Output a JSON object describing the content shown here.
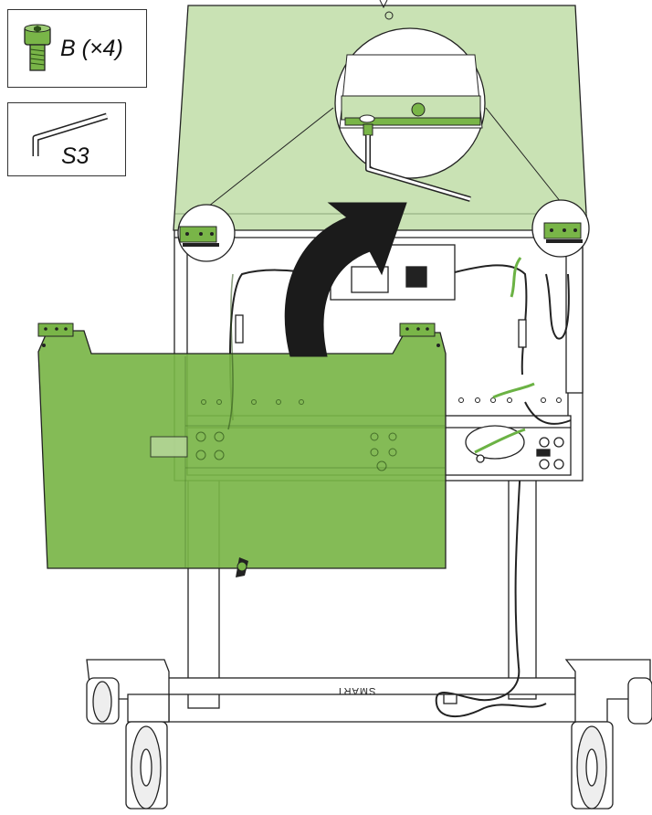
{
  "parts": {
    "screw": {
      "label": "B (×4)",
      "icon": "hex-socket-screw-icon"
    },
    "tool": {
      "label": "S3",
      "icon": "hex-key-icon"
    }
  },
  "cart": {
    "brand_text": "SMART"
  },
  "colors": {
    "panel_green": "#79b548",
    "lid_green": "#c9e2b4",
    "line": "#222222",
    "accent_green": "#6bb244"
  }
}
